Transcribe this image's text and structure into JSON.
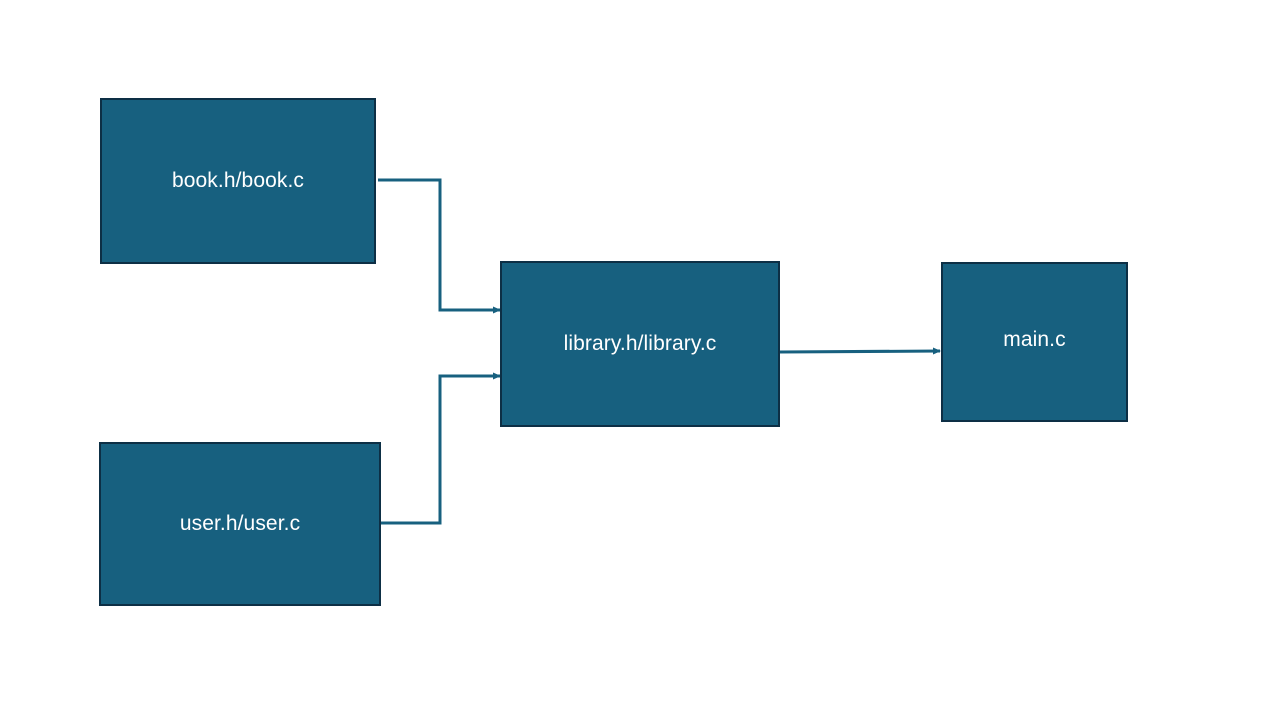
{
  "theme": {
    "node_fill": "#17607f",
    "node_border": "#0d2f45",
    "edge_color": "#17607f",
    "text_color": "#ffffff"
  },
  "nodes": {
    "book": {
      "label": "book.h/book.c"
    },
    "user": {
      "label": "user.h/user.c"
    },
    "library": {
      "label": "library.h/library.c"
    },
    "main": {
      "label": "main.c"
    }
  },
  "edges": [
    {
      "from": "book",
      "to": "library"
    },
    {
      "from": "user",
      "to": "library"
    },
    {
      "from": "library",
      "to": "main"
    }
  ]
}
